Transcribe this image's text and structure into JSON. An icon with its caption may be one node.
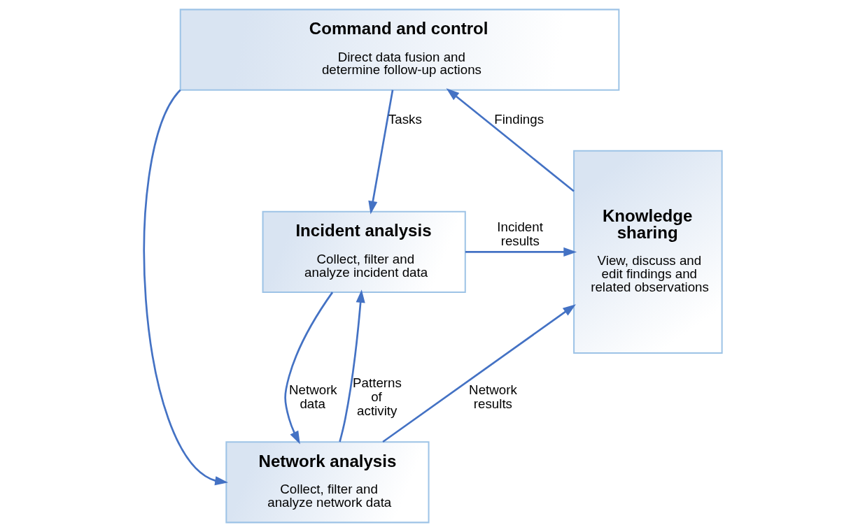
{
  "diagram": {
    "nodes": [
      {
        "text": [
          "Command and control",
          "Direct data fusion and determine follow-up actions"
        ]
      },
      {
        "text": [
          "Incident analysis",
          "Collect, filter and analyze incident data"
        ]
      },
      {
        "text": [
          "Network analysis",
          "Collect, filter and analyze network data"
        ]
      },
      {
        "text": [
          "Knowledge sharing",
          "View, discuss and edit findings and related observations"
        ]
      }
    ],
    "edges": [
      {
        "from": 0,
        "to": 1,
        "arrow": "to",
        "label": "Tasks"
      },
      {
        "from": 0,
        "to": 2,
        "arrow": "to"
      },
      {
        "from": 1,
        "to": 3,
        "arrow": "to",
        "label": "Incident results"
      },
      {
        "from": 1,
        "to": 2,
        "arrow": "to",
        "label": "Network data"
      },
      {
        "from": 2,
        "to": 1,
        "arrow": "to",
        "label": "Patterns of activity"
      },
      {
        "from": 2,
        "to": 3,
        "arrow": "to",
        "label": "Network results"
      },
      {
        "from": 3,
        "to": 0,
        "arrow": "to",
        "label": "Findings"
      }
    ]
  }
}
